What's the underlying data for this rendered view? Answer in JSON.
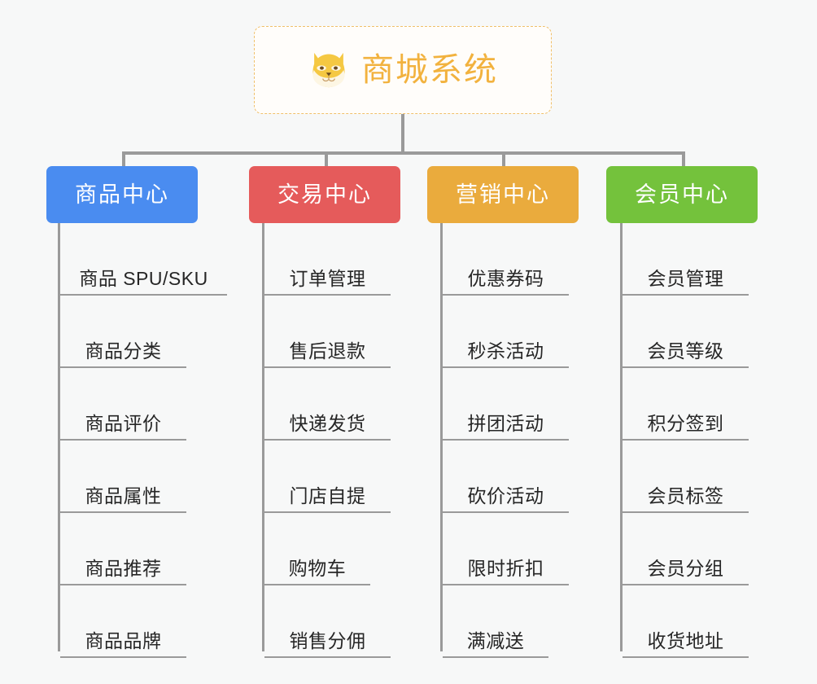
{
  "diagram": {
    "title": "商城系统",
    "root": {
      "label": "商城系统",
      "icon": "shiba-dog-icon",
      "text_color": "#f2b23e",
      "border_color": "#f0c06a",
      "background": "#fffdfa"
    },
    "background_color": "#f7f8f8",
    "connector_color": "#9a9a9a",
    "leaf_text_color": "#262626",
    "branches": [
      {
        "label": "商品中心",
        "color": "#4a8cf0",
        "items": [
          "商品 SPU/SKU",
          "商品分类",
          "商品评价",
          "商品属性",
          "商品推荐",
          "商品品牌"
        ]
      },
      {
        "label": "交易中心",
        "color": "#e55b5b",
        "items": [
          "订单管理",
          "售后退款",
          "快递发货",
          "门店自提",
          "购物车",
          "销售分佣"
        ]
      },
      {
        "label": "营销中心",
        "color": "#eaab3d",
        "items": [
          "优惠券码",
          "秒杀活动",
          "拼团活动",
          "砍价活动",
          "限时折扣",
          "满减送"
        ]
      },
      {
        "label": "会员中心",
        "color": "#74c23c",
        "items": [
          "会员管理",
          "会员等级",
          "积分签到",
          "会员标签",
          "会员分组",
          "收货地址"
        ]
      }
    ]
  }
}
